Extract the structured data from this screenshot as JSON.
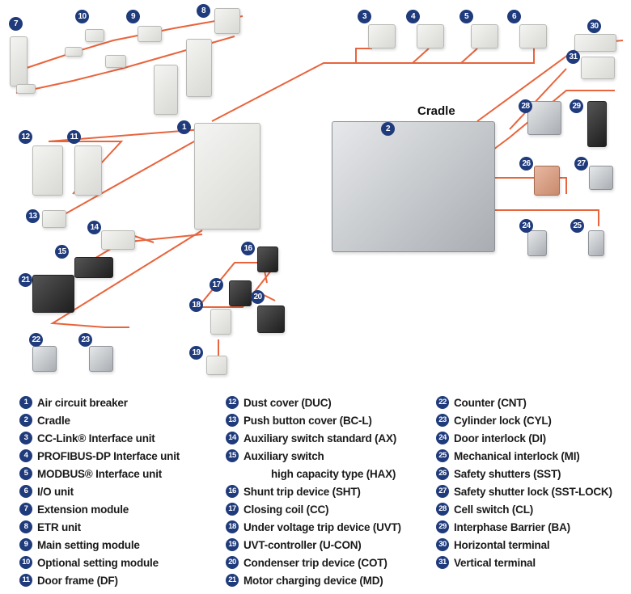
{
  "diagram": {
    "cradle_label": "Cradle",
    "line_color": "#e8643c",
    "badge_color": "#1f3b7c"
  },
  "legend": {
    "col1": [
      {
        "num": "1",
        "label": "Air circuit breaker"
      },
      {
        "num": "2",
        "label": "Cradle"
      },
      {
        "num": "3",
        "label": "CC-Link® Interface unit"
      },
      {
        "num": "4",
        "label": "PROFIBUS-DP Interface unit"
      },
      {
        "num": "5",
        "label": "MODBUS® Interface unit"
      },
      {
        "num": "6",
        "label": "I/O unit"
      },
      {
        "num": "7",
        "label": "Extension module"
      },
      {
        "num": "8",
        "label": "ETR unit"
      },
      {
        "num": "9",
        "label": "Main setting module"
      },
      {
        "num": "10",
        "label": "Optional setting module"
      },
      {
        "num": "11",
        "label": "Door frame (DF)"
      }
    ],
    "col2": [
      {
        "num": "12",
        "label": "Dust cover (DUC)"
      },
      {
        "num": "13",
        "label": "Push button cover (BC-L)"
      },
      {
        "num": "14",
        "label": "Auxiliary switch standard (AX)"
      },
      {
        "num": "15",
        "label": "Auxiliary switch",
        "cont": "high capacity type (HAX)"
      },
      {
        "num": "16",
        "label": "Shunt trip device (SHT)"
      },
      {
        "num": "17",
        "label": "Closing coil (CC)"
      },
      {
        "num": "18",
        "label": "Under voltage trip device (UVT)"
      },
      {
        "num": "19",
        "label": "UVT-controller (U-CON)"
      },
      {
        "num": "20",
        "label": "Condenser trip device (COT)"
      },
      {
        "num": "21",
        "label": "Motor charging device (MD)"
      }
    ],
    "col3": [
      {
        "num": "22",
        "label": "Counter (CNT)"
      },
      {
        "num": "23",
        "label": "Cylinder lock (CYL)"
      },
      {
        "num": "24",
        "label": "Door interlock (DI)"
      },
      {
        "num": "25",
        "label": "Mechanical interlock (MI)"
      },
      {
        "num": "26",
        "label": "Safety shutters (SST)"
      },
      {
        "num": "27",
        "label": "Safety shutter lock (SST-LOCK)"
      },
      {
        "num": "28",
        "label": "Cell switch (CL)"
      },
      {
        "num": "29",
        "label": "Interphase Barrier (BA)"
      },
      {
        "num": "30",
        "label": "Horizontal terminal"
      },
      {
        "num": "31",
        "label": "Vertical terminal"
      }
    ]
  }
}
